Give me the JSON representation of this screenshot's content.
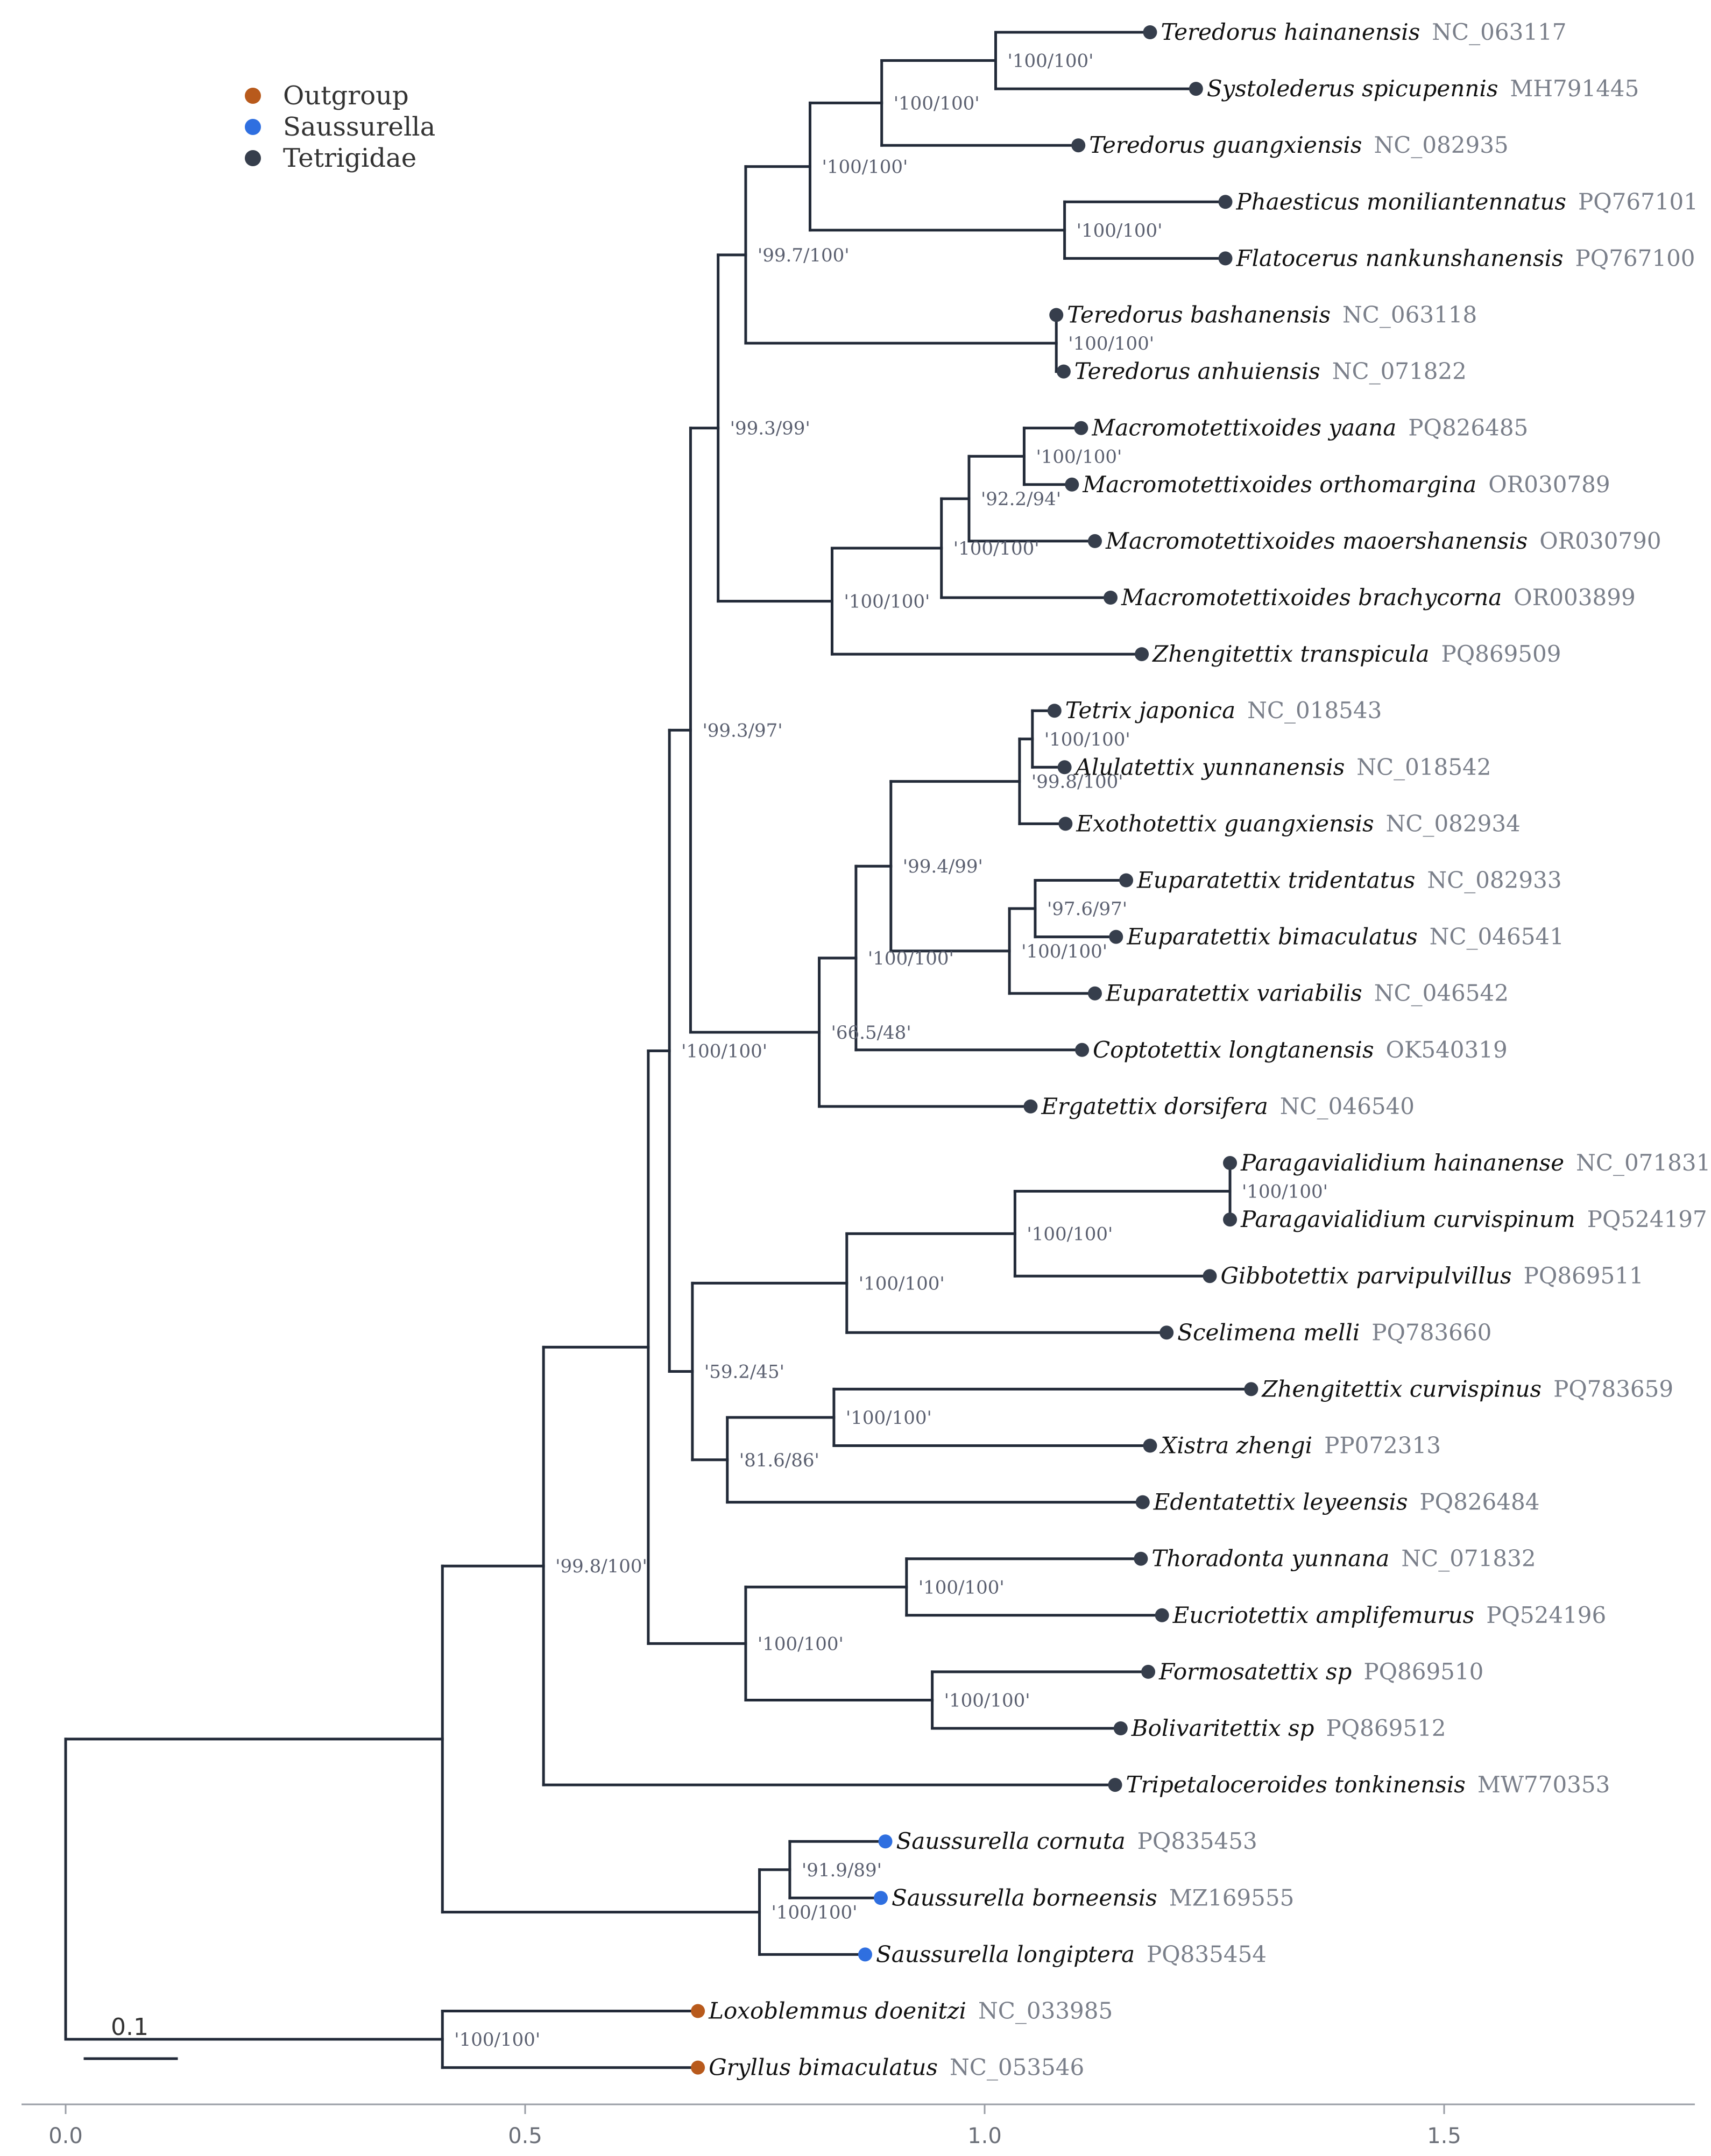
{
  "legend": [
    {
      "label": "Outgroup",
      "color": "#b85a1c"
    },
    {
      "label": "Saussurella",
      "color": "#2f6fe0"
    },
    {
      "label": "Tetrigidae",
      "color": "#363e4c"
    }
  ],
  "scale_bar_label": "0.1",
  "axis_ticks": [
    "0.0",
    "0.5",
    "1.0",
    "1.5"
  ],
  "tree": {
    "x": 0,
    "bs": "",
    "children": [
      {
        "x": 0.41,
        "bs": "",
        "children": [
          {
            "x": 0.52,
            "bs": "'99.8/100'",
            "children": [
              {
                "x": 0.634,
                "bs": "",
                "children": [
                  {
                    "x": 0.657,
                    "bs": "'100/100'",
                    "children": [
                      {
                        "x": 0.68,
                        "bs": "'99.3/97'",
                        "children": [
                          {
                            "x": 0.71,
                            "bs": "'99.3/99'",
                            "children": [
                              {
                                "x": 0.74,
                                "bs": "'99.7/100'",
                                "children": [
                                  {
                                    "x": 0.81,
                                    "bs": "'100/100'",
                                    "children": [
                                      {
                                        "x": 0.888,
                                        "bs": "'100/100'",
                                        "children": [
                                          {
                                            "x": 1.012,
                                            "bs": "'100/100'",
                                            "children": [
                                              {
                                                "name": "Teredorus hainanensis",
                                                "acc": "NC_063117",
                                                "group": "Tetrigidae",
                                                "x": 1.18
                                              },
                                              {
                                                "name": "Systolederus spicupennis",
                                                "acc": "MH791445",
                                                "group": "Tetrigidae",
                                                "x": 1.23
                                              }
                                            ]
                                          },
                                          {
                                            "name": "Teredorus guangxiensis",
                                            "acc": "NC_082935",
                                            "group": "Tetrigidae",
                                            "x": 1.102
                                          }
                                        ]
                                      },
                                      {
                                        "x": 1.087,
                                        "bs": "'100/100'",
                                        "children": [
                                          {
                                            "name": "Phaesticus moniliantennatus",
                                            "acc": "PQ767101",
                                            "group": "Tetrigidae",
                                            "x": 1.262
                                          },
                                          {
                                            "name": "Flatocerus nankunshanensis",
                                            "acc": "PQ767100",
                                            "group": "Tetrigidae",
                                            "x": 1.262
                                          }
                                        ]
                                      }
                                    ]
                                  },
                                  {
                                    "x": 1.078,
                                    "bs": "'100/100'",
                                    "children": [
                                      {
                                        "name": "Teredorus bashanensis",
                                        "acc": "NC_063118",
                                        "group": "Tetrigidae",
                                        "x": 1.078
                                      },
                                      {
                                        "name": "Teredorus anhuiensis",
                                        "acc": "NC_071822",
                                        "group": "Tetrigidae",
                                        "x": 1.086
                                      }
                                    ]
                                  }
                                ]
                              },
                              {
                                "x": 0.834,
                                "bs": "'100/100'",
                                "children": [
                                  {
                                    "x": 0.953,
                                    "bs": "'100/100'",
                                    "children": [
                                      {
                                        "x": 0.983,
                                        "bs": "'92.2/94'",
                                        "children": [
                                          {
                                            "x": 1.043,
                                            "bs": "'100/100'",
                                            "children": [
                                              {
                                                "name": "Macromotettixoides yaana",
                                                "acc": "PQ826485",
                                                "group": "Tetrigidae",
                                                "x": 1.105
                                              },
                                              {
                                                "name": "Macromotettixoides orthomargina",
                                                "acc": "OR030789",
                                                "group": "Tetrigidae",
                                                "x": 1.095
                                              }
                                            ]
                                          },
                                          {
                                            "name": "Macromotettixoides maoershanensis",
                                            "acc": "OR030790",
                                            "group": "Tetrigidae",
                                            "x": 1.12
                                          }
                                        ]
                                      },
                                      {
                                        "name": "Macromotettixoides brachycorna",
                                        "acc": "OR003899",
                                        "group": "Tetrigidae",
                                        "x": 1.137
                                      }
                                    ]
                                  },
                                  {
                                    "name": "Zhengitettix transpicula",
                                    "acc": "PQ869509",
                                    "group": "Tetrigidae",
                                    "x": 1.171
                                  }
                                ]
                              }
                            ]
                          },
                          {
                            "x": 0.82,
                            "bs": "'66.5/48'",
                            "children": [
                              {
                                "x": 0.86,
                                "bs": "'100/100'",
                                "children": [
                                  {
                                    "x": 0.898,
                                    "bs": "'99.4/99'",
                                    "children": [
                                      {
                                        "x": 1.038,
                                        "bs": "'99.8/100'",
                                        "children": [
                                          {
                                            "x": 1.052,
                                            "bs": "'100/100'",
                                            "children": [
                                              {
                                                "name": "Tetrix japonica",
                                                "acc": "NC_018543",
                                                "group": "Tetrigidae",
                                                "x": 1.076
                                              },
                                              {
                                                "name": "Alulatettix yunnanensis",
                                                "acc": "NC_018542",
                                                "group": "Tetrigidae",
                                                "x": 1.087
                                              }
                                            ]
                                          },
                                          {
                                            "name": "Exothotettix guangxiensis",
                                            "acc": "NC_082934",
                                            "group": "Tetrigidae",
                                            "x": 1.088
                                          }
                                        ]
                                      },
                                      {
                                        "x": 1.027,
                                        "bs": "'100/100'",
                                        "children": [
                                          {
                                            "x": 1.055,
                                            "bs": "'97.6/97'",
                                            "children": [
                                              {
                                                "name": "Euparatettix tridentatus",
                                                "acc": "NC_082933",
                                                "group": "Tetrigidae",
                                                "x": 1.154
                                              },
                                              {
                                                "name": "Euparatettix bimaculatus",
                                                "acc": "NC_046541",
                                                "group": "Tetrigidae",
                                                "x": 1.143
                                              }
                                            ]
                                          },
                                          {
                                            "name": "Euparatettix variabilis",
                                            "acc": "NC_046542",
                                            "group": "Tetrigidae",
                                            "x": 1.12
                                          }
                                        ]
                                      }
                                    ]
                                  },
                                  {
                                    "name": "Coptotettix longtanensis",
                                    "acc": "OK540319",
                                    "group": "Tetrigidae",
                                    "x": 1.106
                                  }
                                ]
                              },
                              {
                                "name": "Ergatettix dorsifera",
                                "acc": "NC_046540",
                                "group": "Tetrigidae",
                                "x": 1.05
                              }
                            ]
                          }
                        ]
                      },
                      {
                        "x": 0.682,
                        "bs": "'59.2/45'",
                        "children": [
                          {
                            "x": 0.85,
                            "bs": "'100/100'",
                            "children": [
                              {
                                "x": 1.033,
                                "bs": "'100/100'",
                                "children": [
                                  {
                                    "x": 1.267,
                                    "bs": "'100/100'",
                                    "children": [
                                      {
                                        "name": "Paragavialidium hainanense",
                                        "acc": "NC_071831",
                                        "group": "Tetrigidae",
                                        "x": 1.267
                                      },
                                      {
                                        "name": "Paragavialidium curvispinum",
                                        "acc": "PQ524197",
                                        "group": "Tetrigidae",
                                        "x": 1.267
                                      }
                                    ]
                                  },
                                  {
                                    "name": "Gibbotettix parvipulvillus",
                                    "acc": "PQ869511",
                                    "group": "Tetrigidae",
                                    "x": 1.245
                                  }
                                ]
                              },
                              {
                                "name": "Scelimena melli",
                                "acc": "PQ783660",
                                "group": "Tetrigidae",
                                "x": 1.198
                              }
                            ]
                          },
                          {
                            "x": 0.72,
                            "bs": "'81.6/86'",
                            "children": [
                              {
                                "x": 0.836,
                                "bs": "'100/100'",
                                "children": [
                                  {
                                    "name": "Zhengitettix curvispinus",
                                    "acc": "PQ783659",
                                    "group": "Tetrigidae",
                                    "x": 1.29
                                  },
                                  {
                                    "name": "Xistra zhengi",
                                    "acc": "PP072313",
                                    "group": "Tetrigidae",
                                    "x": 1.18
                                  }
                                ]
                              },
                              {
                                "name": "Edentatettix leyeensis",
                                "acc": "PQ826484",
                                "group": "Tetrigidae",
                                "x": 1.172
                              }
                            ]
                          }
                        ]
                      }
                    ]
                  },
                  {
                    "x": 0.74,
                    "bs": "'100/100'",
                    "children": [
                      {
                        "x": 0.915,
                        "bs": "'100/100'",
                        "children": [
                          {
                            "name": "Thoradonta yunnana",
                            "acc": "NC_071832",
                            "group": "Tetrigidae",
                            "x": 1.17
                          },
                          {
                            "name": "Eucriotettix amplifemurus",
                            "acc": "PQ524196",
                            "group": "Tetrigidae",
                            "x": 1.193
                          }
                        ]
                      },
                      {
                        "x": 0.943,
                        "bs": "'100/100'",
                        "children": [
                          {
                            "name": "Formosatettix sp",
                            "acc": "PQ869510",
                            "group": "Tetrigidae",
                            "x": 1.178
                          },
                          {
                            "name": "Bolivaritettix sp",
                            "acc": "PQ869512",
                            "group": "Tetrigidae",
                            "x": 1.148
                          }
                        ]
                      }
                    ]
                  }
                ]
              },
              {
                "name": "Tripetaloceroides tonkinensis",
                "acc": "MW770353",
                "group": "Tetrigidae",
                "x": 1.142
              }
            ]
          },
          {
            "x": 0.755,
            "bs": "'100/100'",
            "children": [
              {
                "x": 0.788,
                "bs": "'91.9/89'",
                "children": [
                  {
                    "name": "Saussurella cornuta",
                    "acc": "PQ835453",
                    "group": "Saussurella",
                    "x": 0.892
                  },
                  {
                    "name": "Saussurella borneensis",
                    "acc": "MZ169555",
                    "group": "Saussurella",
                    "x": 0.887
                  }
                ]
              },
              {
                "name": "Saussurella longiptera",
                "acc": "PQ835454",
                "group": "Saussurella",
                "x": 0.87
              }
            ]
          }
        ]
      },
      {
        "x": 0.41,
        "bs": "'100/100'",
        "children": [
          {
            "name": "Loxoblemmus doenitzi",
            "acc": "NC_033985",
            "group": "Outgroup",
            "x": 0.688
          },
          {
            "name": "Gryllus bimaculatus",
            "acc": "NC_053546",
            "group": "Outgroup",
            "x": 0.688
          }
        ]
      }
    ]
  }
}
